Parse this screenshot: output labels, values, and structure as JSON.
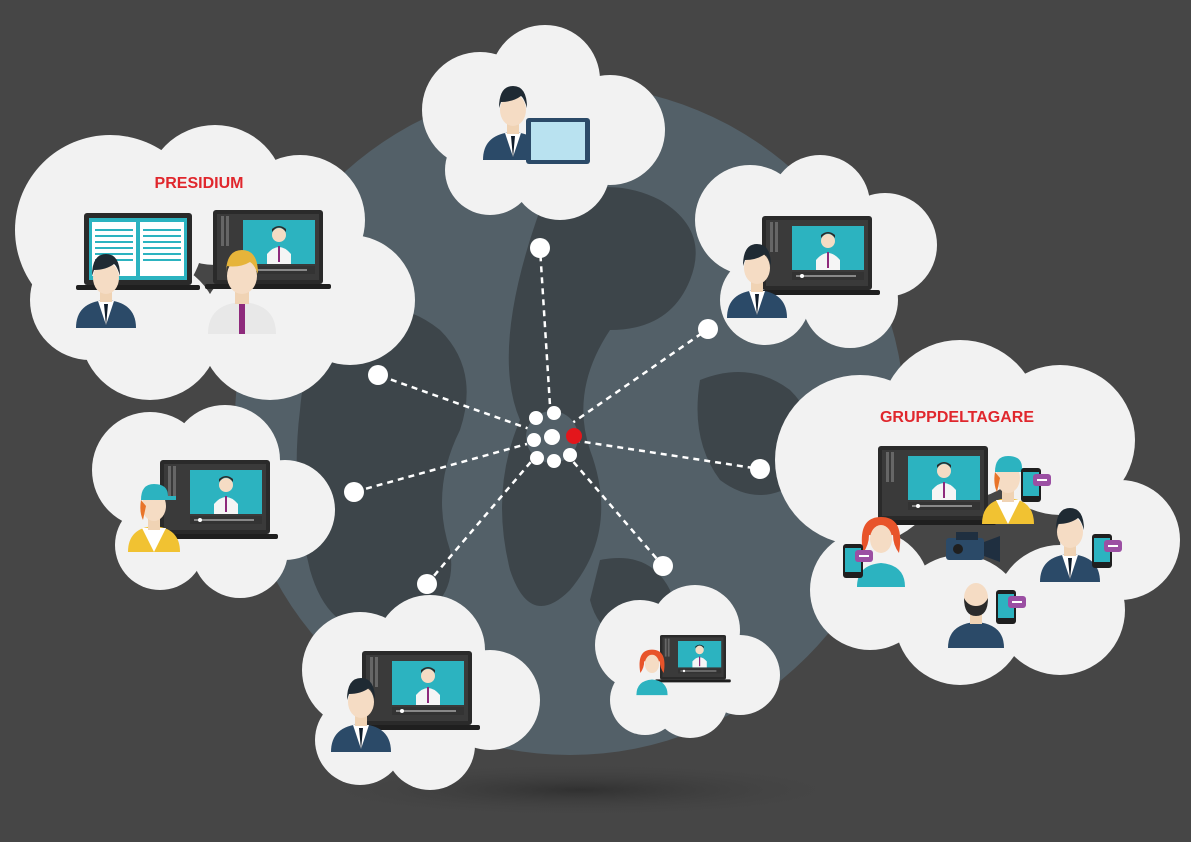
{
  "labels": {
    "presidium": "PRESIDIUM",
    "group": "GRUPPDELTAGARE"
  },
  "colors": {
    "background": "#464646",
    "globe": "#536068",
    "globe_land": "#3d454a",
    "cloud": "#f2f2f2",
    "label_red": "#e0272d",
    "screen_teal": "#2cb3c0",
    "suit_navy": "#2b4a68",
    "hub_dot": "#e3161b"
  },
  "icons": [
    "presidium-cloud",
    "laptop-document-icon",
    "laptop-video-icon",
    "businessman-icon",
    "tablet-icon",
    "video-camera-icon",
    "smartphone-chat-icon",
    "hub-network-icon"
  ]
}
